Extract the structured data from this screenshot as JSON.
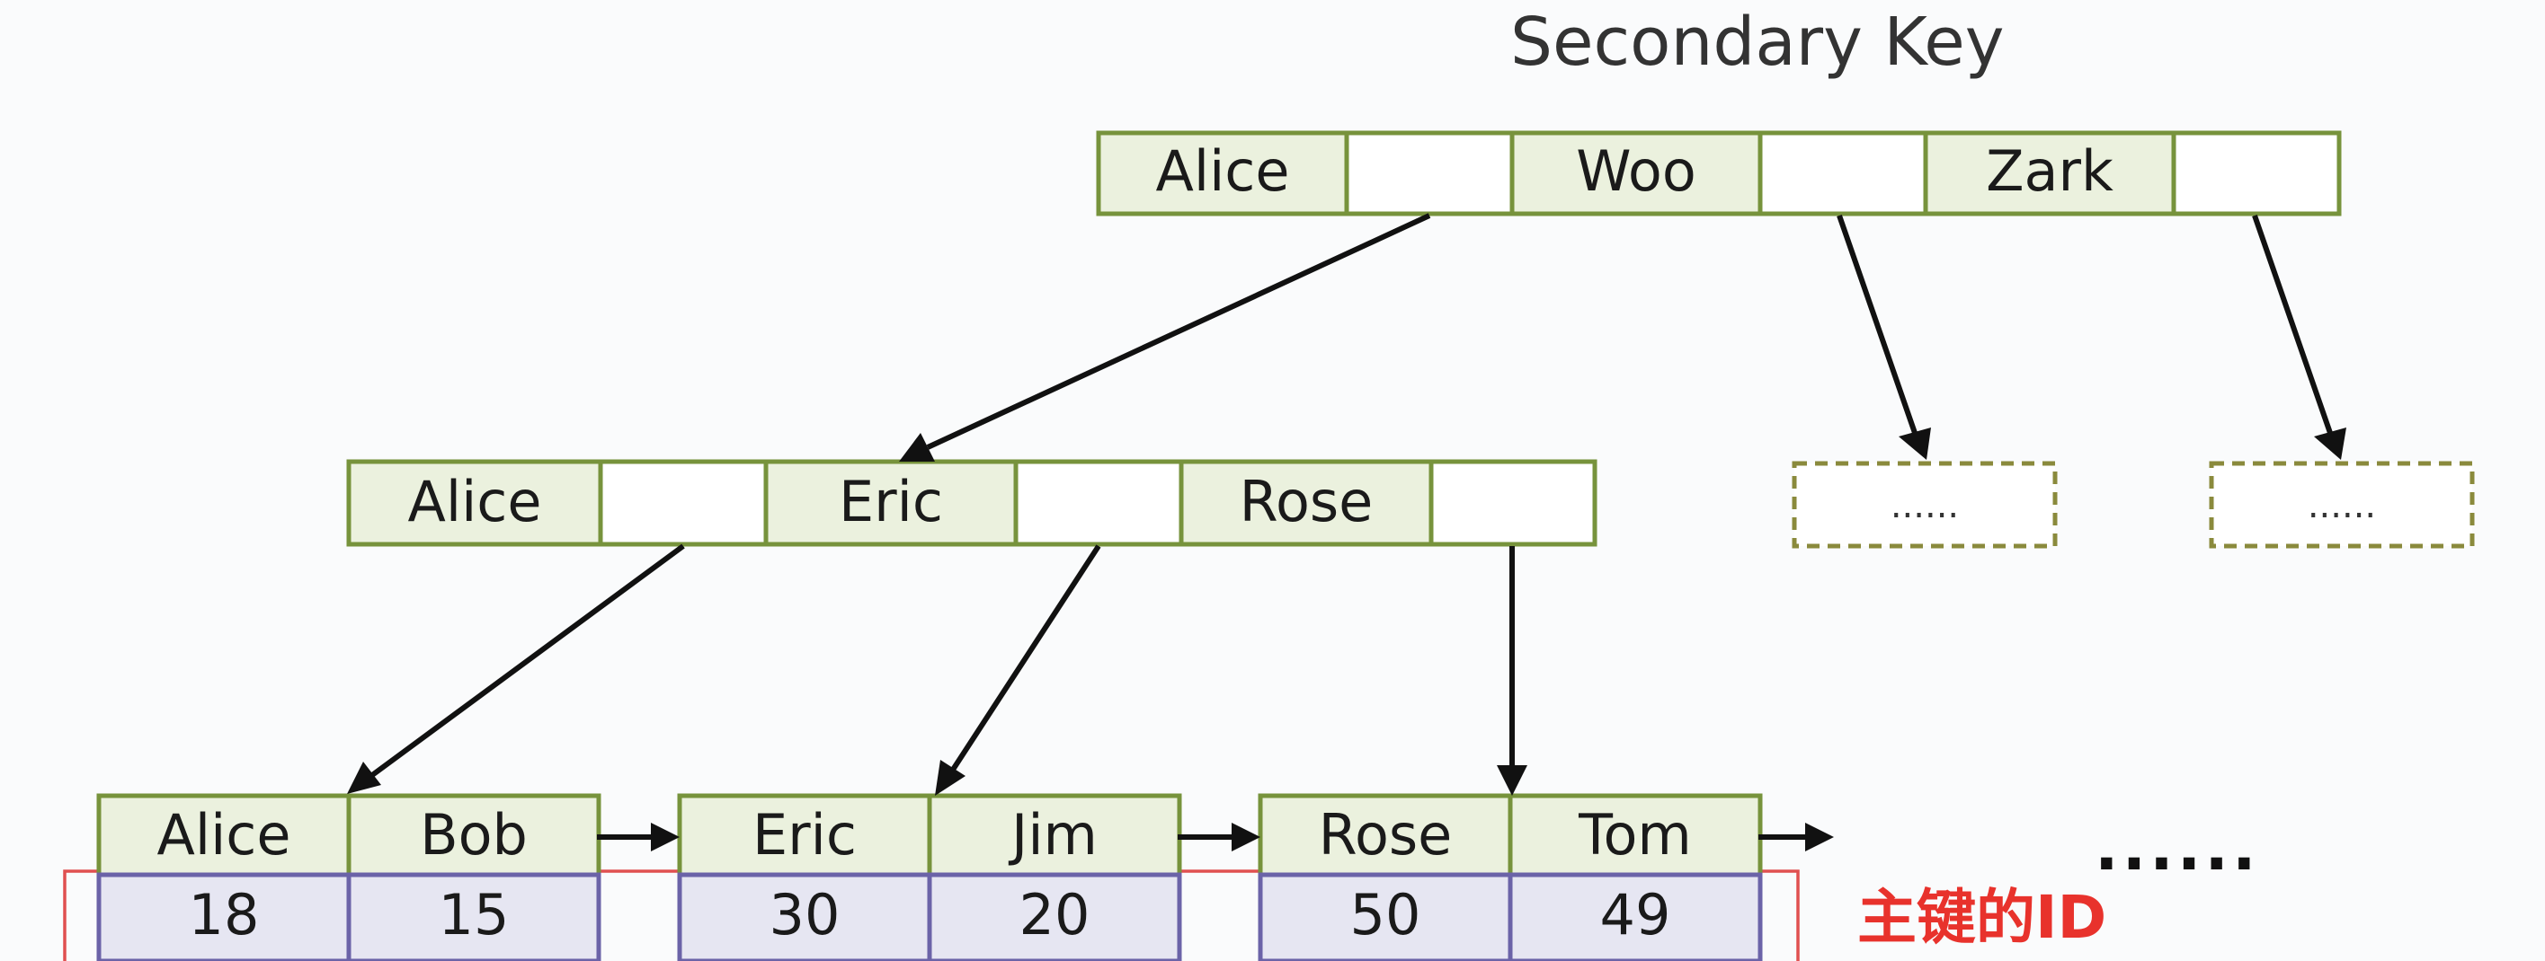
{
  "title": "Secondary Key",
  "root_node": {
    "keys": [
      "Alice",
      "Woo",
      "Zark"
    ]
  },
  "inner_node": {
    "keys": [
      "Alice",
      "Eric",
      "Rose"
    ]
  },
  "placeholder_nodes": [
    {
      "text": "......"
    },
    {
      "text": "......"
    }
  ],
  "leaf_nodes": [
    {
      "keys": [
        "Alice",
        "Bob"
      ],
      "ids": [
        "18",
        "15"
      ]
    },
    {
      "keys": [
        "Eric",
        "Jim"
      ],
      "ids": [
        "30",
        "20"
      ]
    },
    {
      "keys": [
        "Rose",
        "Tom"
      ],
      "ids": [
        "50",
        "49"
      ]
    }
  ],
  "id_label": "主键的ID",
  "continuation": "......",
  "colors": {
    "key_cell_fill": "#ebf1de",
    "node_border": "#77933c",
    "id_cell_fill": "#e6e6f2",
    "id_cell_border": "#6b63a8",
    "highlight": "#e05050",
    "label_red": "#e8322c"
  }
}
